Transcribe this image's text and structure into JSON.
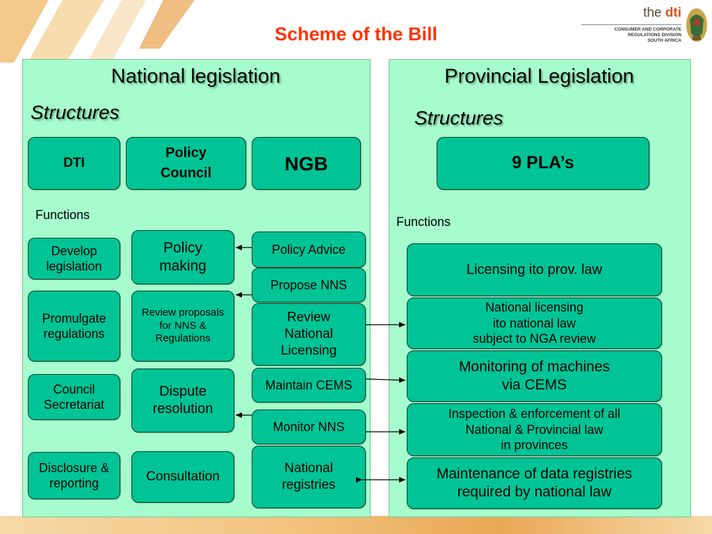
{
  "title": "Scheme of the Bill",
  "logo": {
    "brand_prefix": "the ",
    "brand_name": "dti",
    "line1": "CONSUMER AND CORPORATE",
    "line2": "REGULATIONS DIVISION",
    "line3": "SOUTH AFRICA"
  },
  "national": {
    "heading": "National legislation",
    "structures_label": "Structures",
    "functions_label": "Functions",
    "structures": [
      "DTI",
      "Policy\nCouncil",
      "NGB"
    ],
    "dti_functions": [
      "Develop\nlegislation",
      "Promulgate\nregulations",
      "Council\nSecretariat",
      "Disclosure &\nreporting"
    ],
    "council_functions": [
      "Policy\nmaking",
      "Review proposals\nfor NNS &\nRegulations",
      "Dispute\nresolution",
      "Consultation"
    ],
    "ngb_functions": [
      "Policy Advice",
      "Propose NNS",
      "Review\nNational\nLicensing",
      "Maintain CEMS",
      "Monitor NNS",
      "National\nregistries"
    ]
  },
  "provincial": {
    "heading": "Provincial Legislation",
    "structures_label": "Structures",
    "functions_label": "Functions",
    "structure": "9 PLA’s",
    "functions": [
      "Licensing ito prov. law",
      "National licensing\nito national law\nsubject to NGA review",
      "Monitoring  of machines\nvia CEMS",
      "Inspection & enforcement of all\nNational & Provincial law\nin provinces",
      "Maintenance of data registries\nrequired by national law"
    ]
  }
}
